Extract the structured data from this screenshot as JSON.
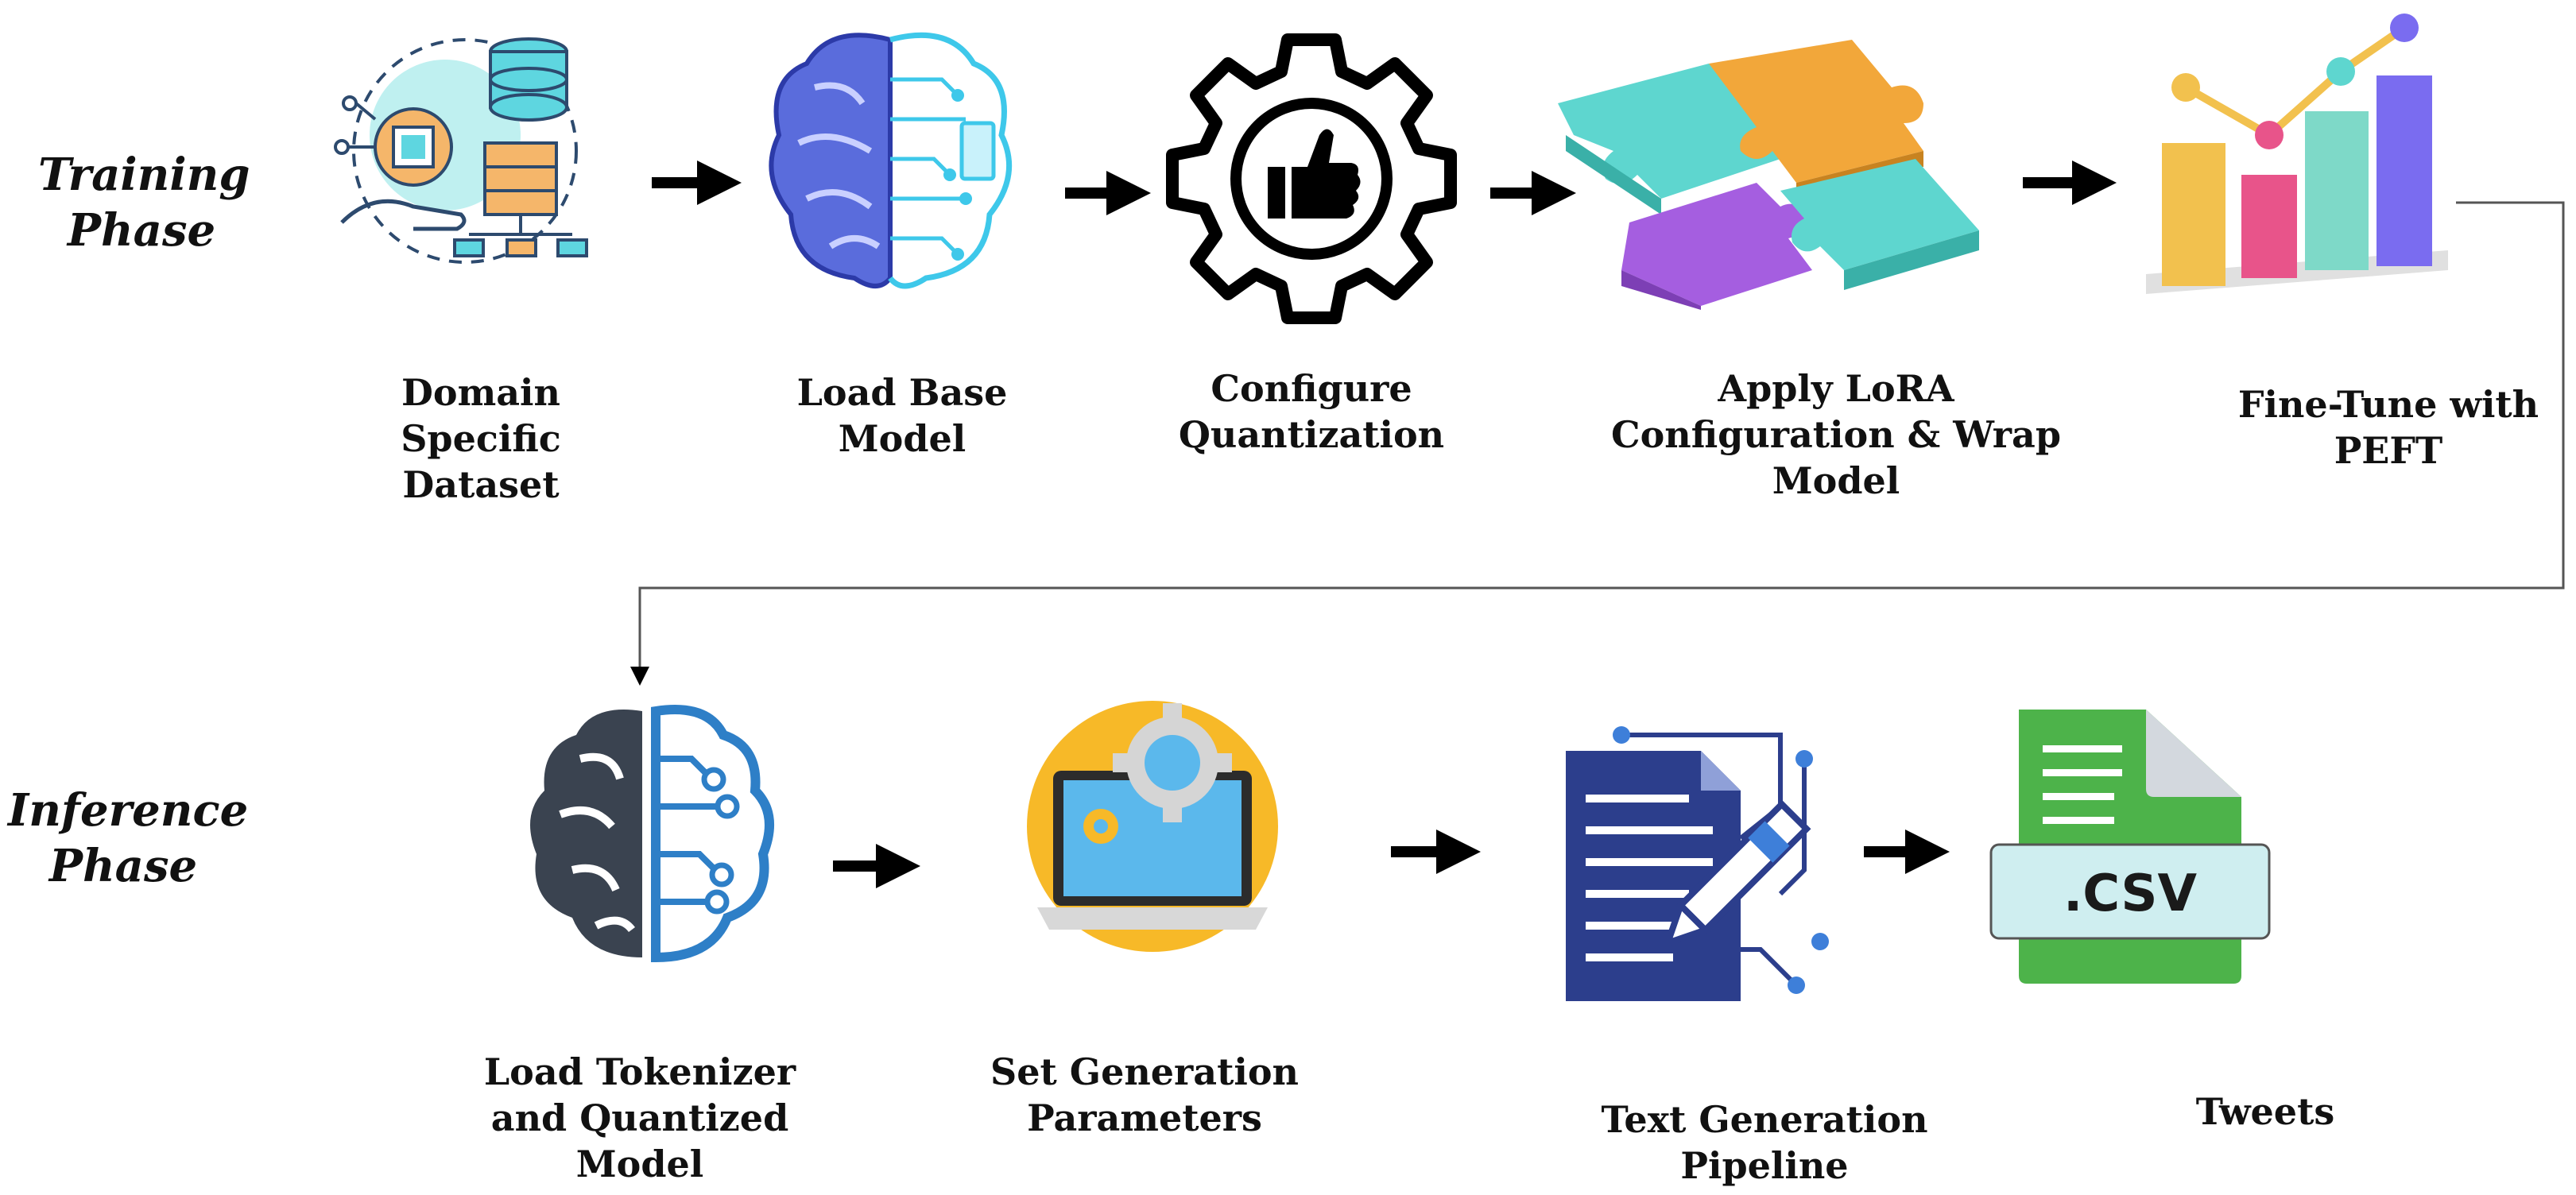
{
  "phases": {
    "training": "Training\nPhase",
    "inference": "Inference\nPhase"
  },
  "training_steps": [
    {
      "label": "Domain\nSpecific\nDataset",
      "icon": "dataset-icon"
    },
    {
      "label": "Load Base\nModel",
      "icon": "circuit-brain-icon"
    },
    {
      "label": "Configure\nQuantization",
      "icon": "gear-thumbs-up-icon"
    },
    {
      "label": "Apply LoRA\nConfiguration & Wrap\nModel",
      "icon": "puzzle-icon"
    },
    {
      "label": "Fine-Tune with\nPEFT",
      "icon": "bar-chart-icon"
    }
  ],
  "inference_steps": [
    {
      "label": "Load Tokenizer\nand  Quantized\nModel",
      "icon": "brain-tokenizer-icon"
    },
    {
      "label": "Set Generation\nParameters",
      "icon": "laptop-settings-icon"
    },
    {
      "label": "Text Generation\nPipeline",
      "icon": "document-pen-icon"
    },
    {
      "label": "Tweets",
      "icon": "csv-file-icon"
    }
  ],
  "csv_badge": ".CSV",
  "colors": {
    "teal": "#5ed6cf",
    "orange": "#f2a73a",
    "purple": "#a55ee0",
    "blue_dark": "#2c3e8c",
    "green": "#4db34a",
    "gold": "#f7b928"
  }
}
